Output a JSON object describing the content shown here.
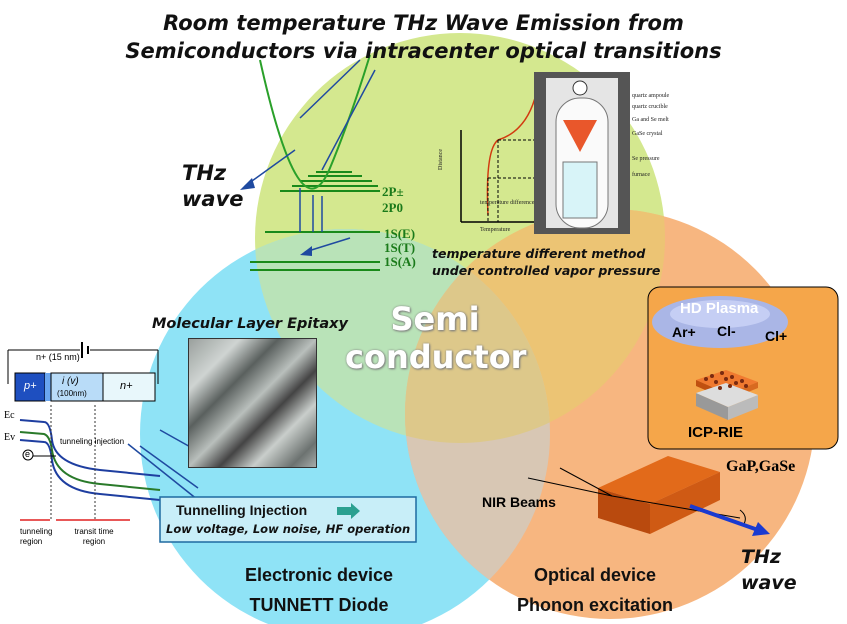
{
  "title_line1": "Room temperature THz Wave Emission from",
  "title_line2": "Semiconductors via intracenter optical transitions",
  "center_label_line1": "Semi",
  "center_label_line2": "conductor",
  "top_circle": {
    "thz_line1": "THz",
    "thz_line2": "wave",
    "level_2p_pm": "2P±",
    "level_2p0": "2P0",
    "level_1s_e": "1S(E)",
    "level_1s_t": "1S(T)",
    "level_1s_a": "1S(A)",
    "graph_ylabel": "Distance",
    "graph_xlabel": "Temperature",
    "graph_annotation": "temperature difference",
    "furnace_labels": [
      "quartz ampoule",
      "quartz crucible",
      "Ga and Se melt",
      "GaSe crystal",
      "Se pressure",
      "furnace"
    ],
    "method_line1": "temperature different method",
    "method_line2": "under controlled vapor pressure"
  },
  "left_circle": {
    "mle_label": "Molecular Layer Epitaxy",
    "n_plus_label": "n+ (15 nm)",
    "p_plus": "p+",
    "i_region": "i (v)",
    "i_thickness": "(100nm)",
    "n_region": "n+",
    "ec_label": "Ec",
    "ev_label": "Ev",
    "electron": "e",
    "tunneling_injection_small": "tunneling injection",
    "tunneling_region": "tunneling region",
    "transit_region": "transit time region",
    "callout_title": "Tunnelling Injection",
    "callout_text": "Low voltage, Low noise, HF operation",
    "device_line1": "Electronic device",
    "device_line2": "TUNNETT Diode"
  },
  "right_circle": {
    "plasma_label": "HD Plasma",
    "ar_ion": "Ar+",
    "cl_neg": "Cl-",
    "cl_pos": "Cl+",
    "icp_label": "ICP-RIE",
    "crystals": "GaP,GaSe",
    "nir_label": "NIR Beams",
    "thz_line1": "THz",
    "thz_line2": "wave",
    "device_line1": "Optical device",
    "device_line2": "Phonon excitation"
  },
  "colors": {
    "green_circle": "#d4e88f",
    "blue_circle": "#7fe0f5",
    "orange_circle": "#f6b27c",
    "overlap_gold": "#e9c070",
    "level_green": "#1a7a1a",
    "arrow_blue": "#1f4aa0"
  }
}
